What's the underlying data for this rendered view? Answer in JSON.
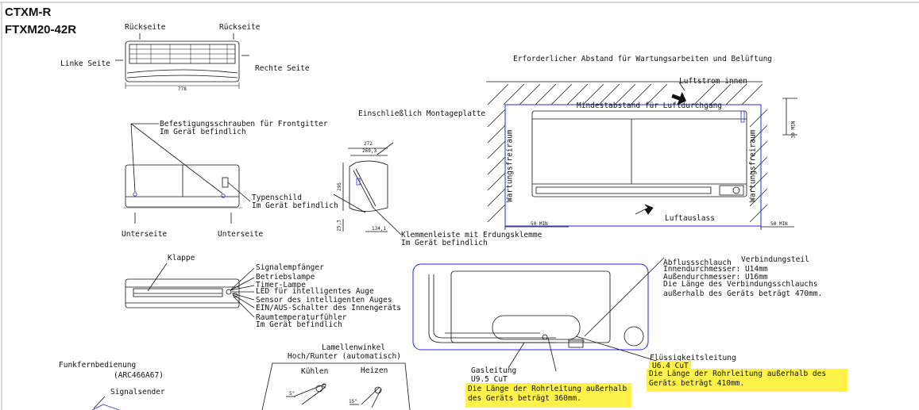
{
  "header": {
    "models": [
      "CTXM-R",
      "FTXM20-42R"
    ]
  },
  "top_view": {
    "back_left": "Rückseite",
    "back_right": "Rückseite",
    "left_side": "Linke Seite",
    "right_side": "Rechte Seite",
    "width_dim": "778"
  },
  "front_view": {
    "screws": [
      "Befestigungsschrauben für Frontgitter",
      "Im Gerät befindlich"
    ],
    "nameplate": [
      "Typenschild",
      "Im Gerät befindlich"
    ],
    "bottom_left": "Unterseite",
    "bottom_right": "Unterseite"
  },
  "side_view": {
    "mounting_plate": "Einschließlich Montageplatte",
    "dim_272": "272",
    "dim_269": "269,3",
    "dim_295": "295",
    "dim_25": "25,3",
    "dim_134": "134,1",
    "terminal": [
      "Klemmenleiste mit Erdungsklemme",
      "Im Gerät befindlich"
    ]
  },
  "service_view": {
    "title": "Erforderlicher Abstand für Wartungsarbeiten und Belüftung",
    "airflow_in": "Luftstrom innen",
    "min_distance": "Mindestabstand für Luftdurchgang",
    "space_left": "Wartungsfreiraum",
    "space_right": "Wartungsfreiraum",
    "airflow_out": "Luftauslass",
    "min_30": "30 MIN",
    "min_50_left": "50 MIN",
    "min_50_right": "50 MIN"
  },
  "lower_front": {
    "flap": "Klappe",
    "items": [
      "Signalempfänger",
      "Betriebslampe",
      "Timer-Lampe",
      "LED für intelligentes Auge",
      "Sensor des intelligenten Auges",
      "EIN/AUS-Schalter des Innengeräts",
      "Raumtemperaturfühler",
      "Im Gerät befindlich"
    ]
  },
  "remote": {
    "title": "Funkfernbedienung",
    "model": "(ARC466A67)",
    "sender": "Signalsender"
  },
  "louver": {
    "title": [
      "Lamellenwinkel",
      "Hoch/Runter (automatisch)"
    ],
    "cooling": "Kühlen",
    "heating": "Heizen",
    "angle_a": "5°",
    "angle_b": "15°"
  },
  "piping": {
    "drain": [
      "Abflussschlauch",
      "Innendurchmesser: U14mm",
      "Außendurchmesser: U16mm",
      "Die Länge des Verbindungsschlauchs",
      "außerhalb des Geräts beträgt 470mm."
    ],
    "connection": "Verbindungsteil",
    "liquid": [
      "Flüssigkeitsleitung",
      "U6.4 CuT"
    ],
    "liquid_note": [
      "Die Länge der Rohrleitung außerhalb des",
      "Geräts beträgt 410mm."
    ],
    "gas": [
      "Gasleitung",
      "U9.5 CuT"
    ],
    "gas_note": [
      "Die Länge der Rohrleitung außerhalb",
      "des Geräts beträgt 360mm."
    ]
  },
  "colors": {
    "highlight": "#fdf14a",
    "blue_outline": "#2a2ad8",
    "line": "#111111"
  }
}
